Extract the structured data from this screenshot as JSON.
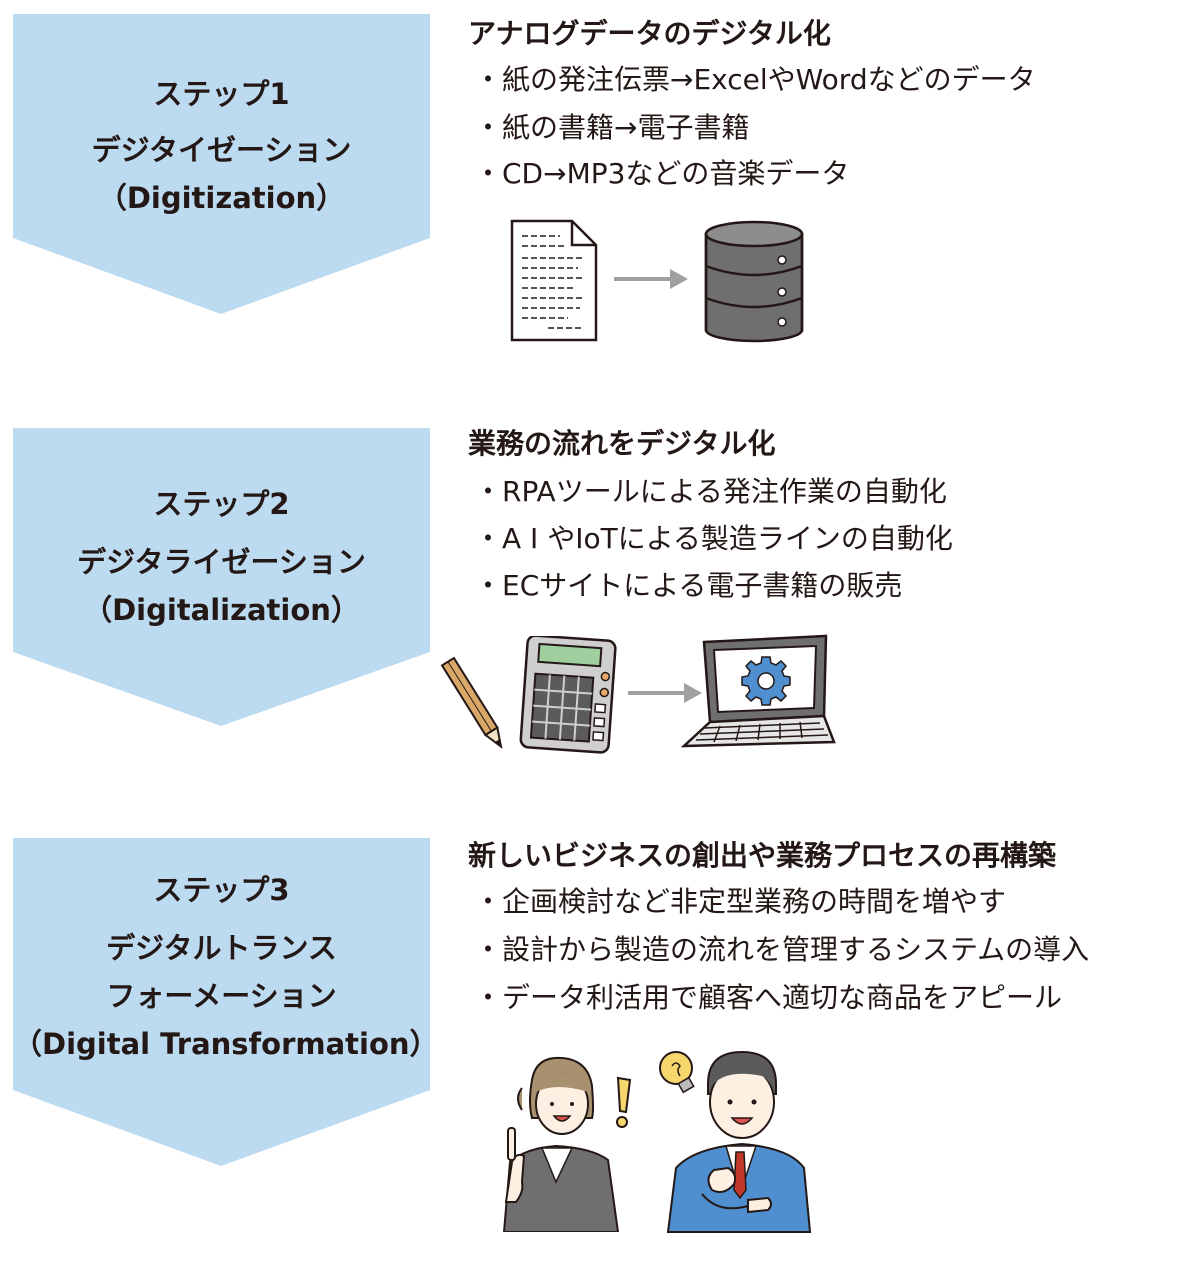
{
  "colors": {
    "chevron": "#bcdaf0",
    "text": "#231815",
    "arrow": "#a0a0a0",
    "accent_blue": "#4f8fcf",
    "accent_orange": "#e8a96a",
    "accent_yellow": "#f5d76e"
  },
  "steps": [
    {
      "label_lines": [
        "ステップ1",
        "デジタイゼーション",
        "（Digitization）"
      ],
      "title": "アナログデータのデジタル化",
      "items": [
        "紙の発注伝票→ExcelやWordなどのデータ",
        "紙の書籍→電子書籍",
        "CD→MP3などの音楽データ"
      ],
      "bullet": "・",
      "icons": [
        "document-icon",
        "arrow-right-icon",
        "database-icon"
      ]
    },
    {
      "label_lines": [
        "ステップ2",
        "デジタライゼーション",
        "（Digitalization）"
      ],
      "title": "業務の流れをデジタル化",
      "items": [
        "RPAツールによる発注作業の自動化",
        "A I やIoTによる製造ラインの自動化",
        "ECサイトによる電子書籍の販売"
      ],
      "bullet": "・",
      "icons": [
        "pencil-icon",
        "calculator-icon",
        "arrow-right-icon",
        "laptop-gear-icon"
      ]
    },
    {
      "label_lines": [
        "ステップ3",
        "デジタルトランス",
        "フォーメーション",
        "（Digital Transformation）"
      ],
      "title": "新しいビジネスの創出や業務プロセスの再構築",
      "items": [
        "企画検討など非定型業務の時間を増やす",
        "設計から製造の流れを管理するシステムの導入",
        "データ利活用で顧客へ適切な商品をアピール"
      ],
      "bullet": "・",
      "icons": [
        "businesswoman-icon",
        "exclamation-icon",
        "lightbulb-icon",
        "businessman-icon"
      ]
    }
  ]
}
